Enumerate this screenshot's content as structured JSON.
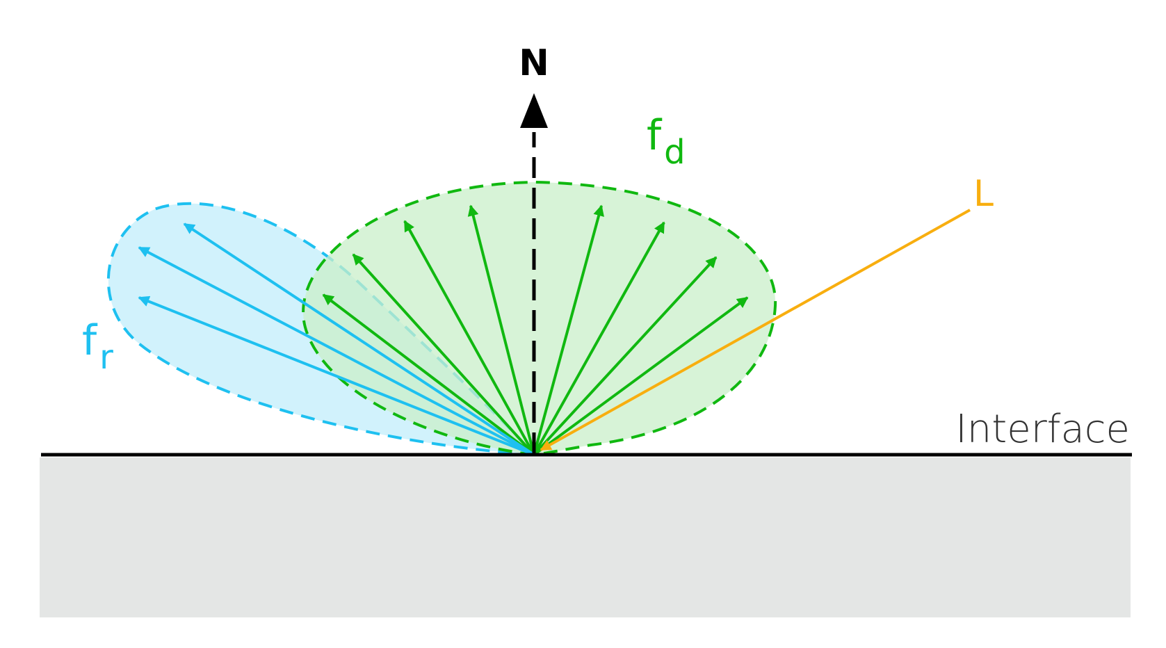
{
  "labels": {
    "normal": "N",
    "light": "L",
    "diffuse_base": "f",
    "diffuse_sub": "d",
    "specular_base": "f",
    "specular_sub": "r",
    "interface": "Interface"
  },
  "colors": {
    "specular": "#1ec0f0",
    "specular_fill": "#c9f0fb",
    "diffuse": "#10b810",
    "diffuse_fill": "#c9efc9",
    "light": "#f8ae0f",
    "normal": "#000000",
    "surface": "#e4e6e5",
    "interface_line": "#000000",
    "interface_text": "#333333"
  }
}
